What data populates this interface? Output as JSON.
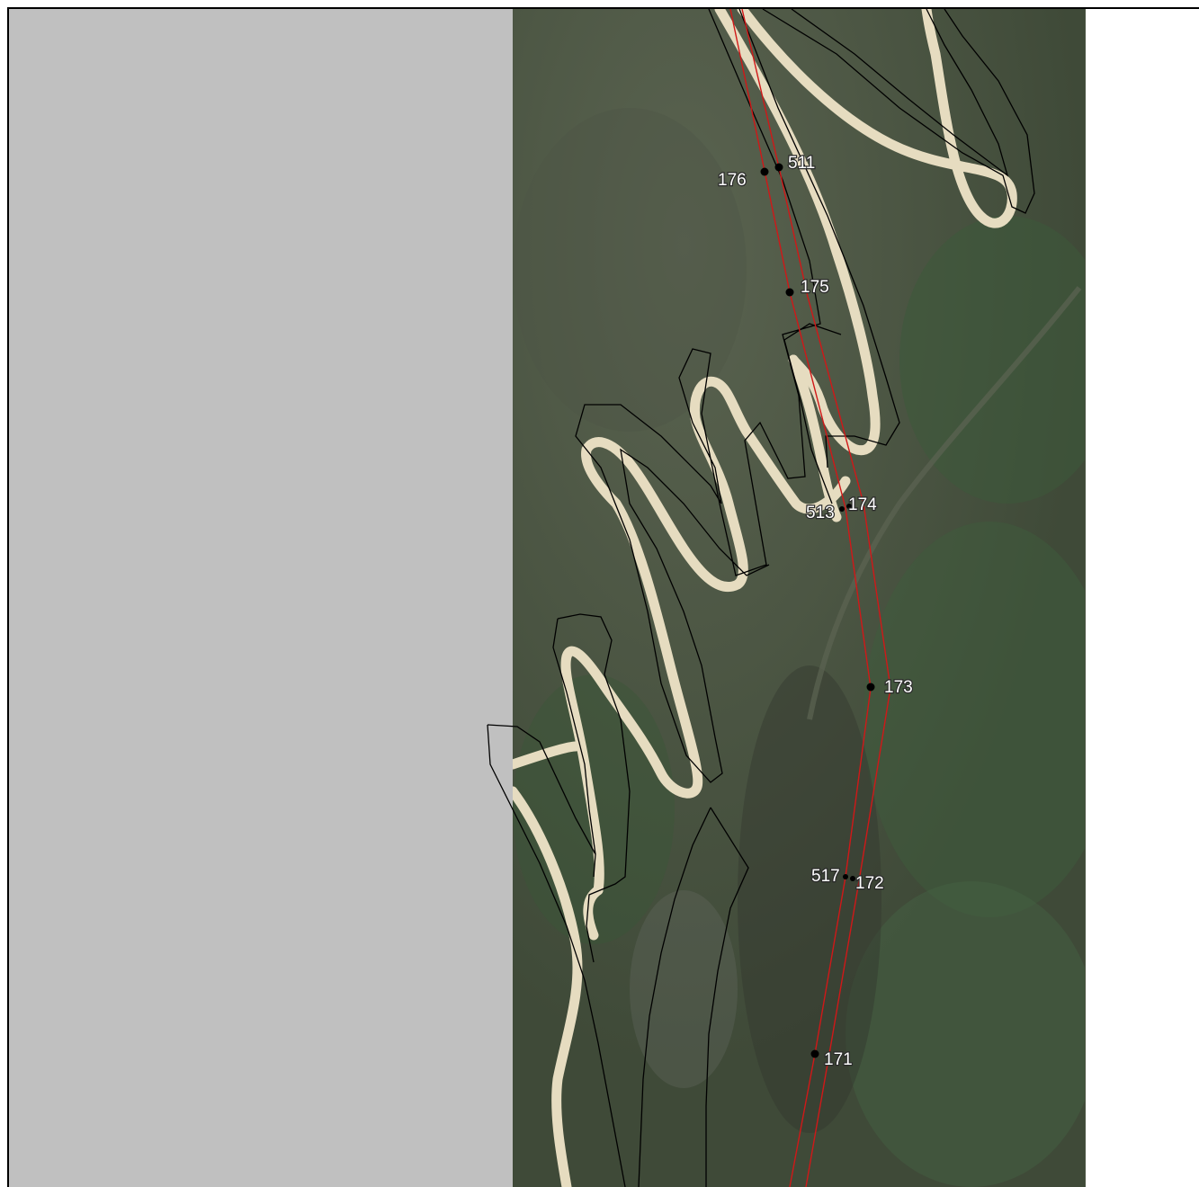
{
  "map": {
    "colors": {
      "nodata": "#c0c0c0",
      "terrain": "#4a5441",
      "road": "#e6dcc0",
      "parcel_outline": "#000000",
      "route_line": "#d01818",
      "point": "#000000",
      "background": "#ffffff"
    },
    "points": [
      {
        "id": "176",
        "label": "176"
      },
      {
        "id": "511",
        "label": "511"
      },
      {
        "id": "175",
        "label": "175"
      },
      {
        "id": "513",
        "label": "513"
      },
      {
        "id": "174",
        "label": "174"
      },
      {
        "id": "173",
        "label": "173"
      },
      {
        "id": "517",
        "label": "517"
      },
      {
        "id": "172",
        "label": "172"
      },
      {
        "id": "171",
        "label": "171"
      }
    ]
  }
}
